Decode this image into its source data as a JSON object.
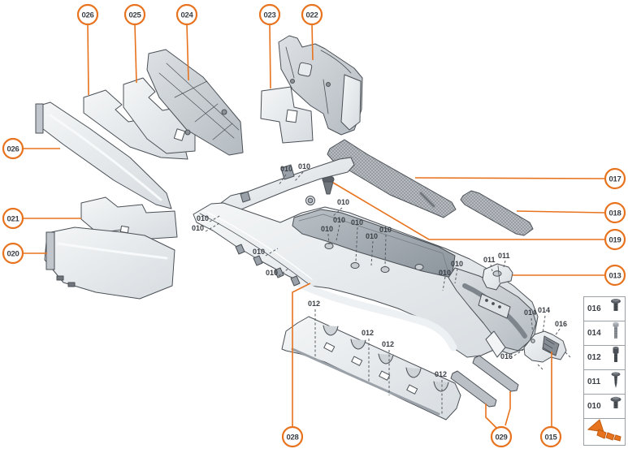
{
  "title": "center-console-exploded-parts-diagram",
  "palette": {
    "accent_orange": "#E8731E",
    "part_outline": "#4a5056",
    "part_fill_light": "#eef1f3",
    "part_fill_dark": "#c6ccd1",
    "tray_fill": "#a9b1b8",
    "mesh_fill": "#babfc4",
    "label_text": "#3a3f45"
  },
  "callouts": {
    "top": [
      "026",
      "025",
      "024",
      "023",
      "022"
    ],
    "left": [
      "026",
      "021",
      "020"
    ],
    "right": [
      "017",
      "018",
      "019",
      "013"
    ],
    "bottom": [
      "028",
      "029",
      "015"
    ]
  },
  "fastener_labels": {
    "f010": "010",
    "f011": "011",
    "f012": "012",
    "f014": "014",
    "f016": "016"
  },
  "legend": {
    "rows": [
      {
        "id": "016",
        "icon": "screw-pan-head-icon"
      },
      {
        "id": "014",
        "icon": "screw-hex-head-icon"
      },
      {
        "id": "012",
        "icon": "screw-cylinder-head-icon"
      },
      {
        "id": "011",
        "icon": "screw-self-tapping-icon"
      },
      {
        "id": "010",
        "icon": "screw-flange-head-icon"
      }
    ],
    "footer_icon": "direction-arrow-icon"
  }
}
